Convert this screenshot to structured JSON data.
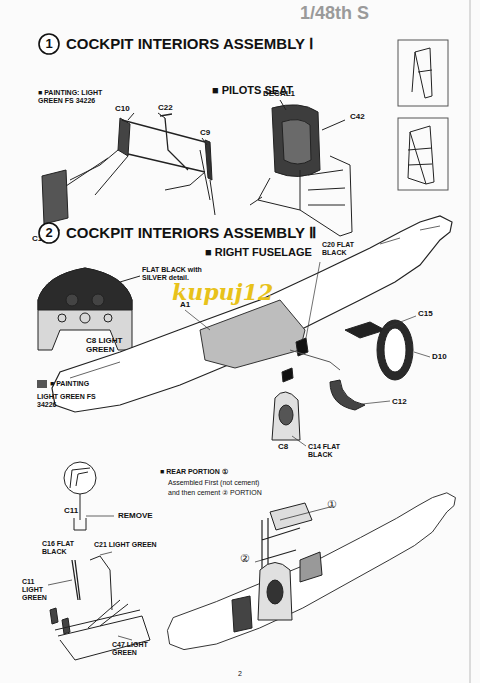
{
  "diagram": {
    "nodes": [
      {
        "text": [
          "1",
          "COCKPIT INTERIORS ASSEMBLY Ⅰ"
        ]
      },
      {
        "text": [
          "2",
          "COCKPIT INTERIORS ASSEMBLY Ⅱ"
        ]
      }
    ],
    "edges": [],
    "labels": [
      "1/48th S",
      "■ PILOTS SEAT",
      "■ PAINTING: LIGHT GREEN FS 34226",
      "C10",
      "C22",
      "C9",
      "C1",
      "DECAL1",
      "C42",
      "■ RIGHT FUSELAGE",
      "FLAT BLACK with SILVER detail.",
      "C8 LIGHT GREEN",
      "■ PAINTING",
      "LIGHT GREEN FS 34226",
      "C20 FLAT BLACK",
      "A1",
      "C15",
      "D10",
      "C12",
      "C8",
      "C14 FLAT BLACK",
      "C11",
      "REMOVE",
      "■ REAR PORTION ①",
      "Assembled First (not cement)",
      "and then cement ② PORTION",
      "①",
      "②",
      "C16 FLAT BLACK",
      "C21 LIGHT GREEN",
      "C11 LIGHT GREEN",
      "C47 LIGHT GREEN",
      "2",
      "kupuj12"
    ]
  }
}
